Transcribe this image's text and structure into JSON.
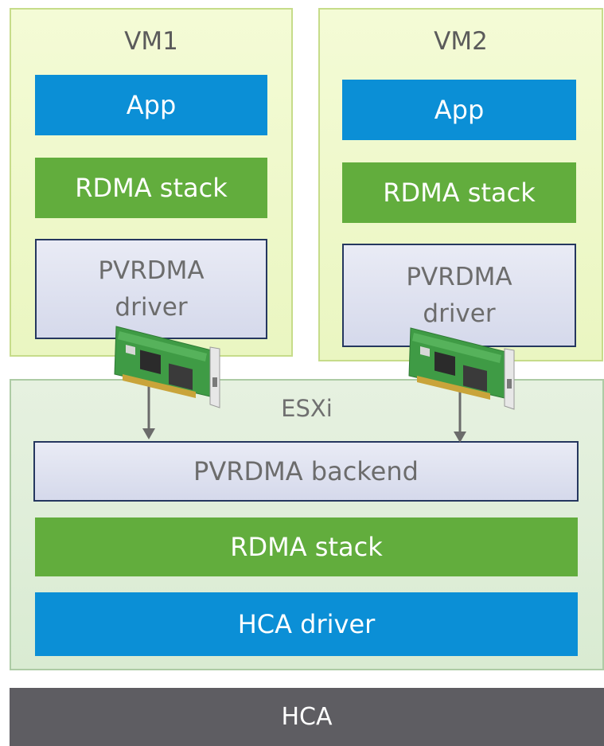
{
  "vms": [
    {
      "title": "VM1",
      "app": "App",
      "stack": "RDMA stack",
      "driver_line1": "PVRDMA",
      "driver_line2": "driver"
    },
    {
      "title": "VM2",
      "app": "App",
      "stack": "RDMA stack",
      "driver_line1": "PVRDMA",
      "driver_line2": "driver"
    }
  ],
  "esxi": {
    "title": "ESXi",
    "backend": "PVRDMA backend",
    "stack": "RDMA stack",
    "hca_driver": "HCA driver"
  },
  "hca": {
    "label": "HCA"
  },
  "icons": [
    "network-card-icon",
    "arrow-down-icon"
  ],
  "colors": {
    "app_blue": "#0b8fd6",
    "stack_green": "#62ad3d",
    "vm_background": "#eaf6c1",
    "esxi_background": "#dcecd5",
    "hca_gray": "#5e5d62"
  }
}
